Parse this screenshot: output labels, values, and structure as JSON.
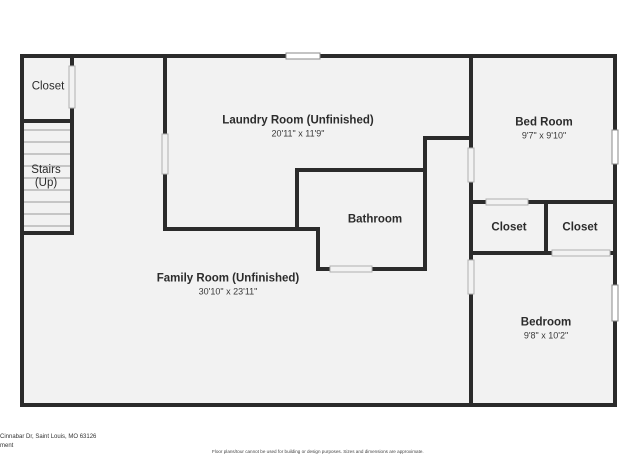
{
  "rooms": {
    "closet_left": {
      "name": "Closet"
    },
    "stairs": {
      "name_line1": "Stairs",
      "name_line2": "(Up)"
    },
    "laundry": {
      "name": "Laundry Room (Unfinished)",
      "dims": "20'11\" x 11'9\""
    },
    "bed_room": {
      "name": "Bed Room",
      "dims": "9'7\" x 9'10\""
    },
    "bathroom": {
      "name": "Bathroom"
    },
    "closet_mid": {
      "name": "Closet"
    },
    "closet_right": {
      "name": "Closet"
    },
    "family_room": {
      "name": "Family Room (Unfinished)",
      "dims": "30'10\" x 23'11\""
    },
    "bedroom": {
      "name": "Bedroom",
      "dims": "9'8\" x 10'2\""
    }
  },
  "footer": {
    "address_line1": "Cinnabar Dr, Saint Louis, MO 63126",
    "address_line2": "ment",
    "disclaimer": "Floor plans/tour cannot be used for building or design purposes. Sizes and dimensions are approximate."
  },
  "colors": {
    "wall": "#2b2b2b",
    "floor": "#f2f2f2",
    "window": "#bdbdbd"
  }
}
